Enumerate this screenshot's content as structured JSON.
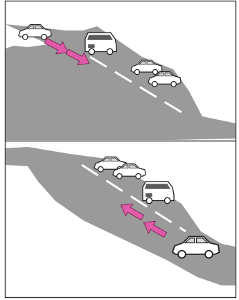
{
  "figure": {
    "panels": [
      {
        "id": "top",
        "scenario": "merging-onto-road",
        "arrow_color": "#e05aa8",
        "road_color": "#9a9a9a"
      },
      {
        "id": "bottom",
        "scenario": "vehicle-entering-from-ramp",
        "arrow_color": "#e05aa8",
        "road_color": "#9a9a9a"
      }
    ],
    "colors": {
      "frame": "#333333",
      "road": "#9a9a9a",
      "lane_marking": "#ffffff",
      "vehicle_fill": "#ffffff",
      "vehicle_outline": "#222222",
      "minivan_window": "#5a5a5a",
      "arrow": "#e05aa8",
      "arrow_outline": "#7a2a5a"
    }
  }
}
